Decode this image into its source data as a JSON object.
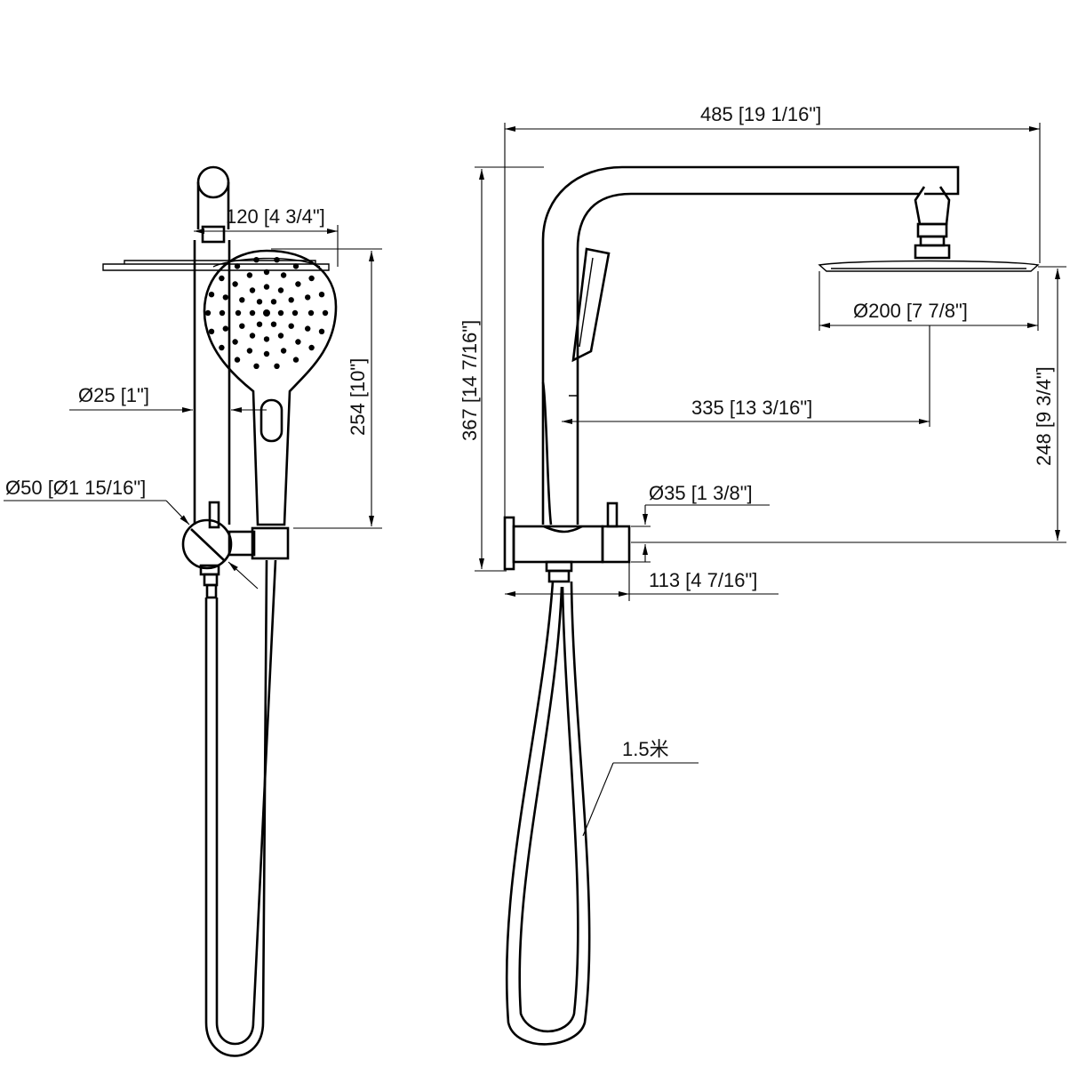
{
  "front_view": {
    "dim_width": "120 [4 3/4\"]",
    "dim_height": "254 [10\"]",
    "dim_pipe_diameter": "Ø25 [1\"]",
    "dim_mixer_diameter": "Ø50 [Ø1 15/16\"]"
  },
  "side_view": {
    "dim_overall_width": "485 [19 1/16\"]",
    "dim_overall_height": "367 [14 7/16\"]",
    "dim_head_diameter": "Ø200 [7 7/8\"]",
    "dim_arm_reach": "335 [13 3/16\"]",
    "dim_head_height": "248 [9 3/4\"]",
    "dim_body_diameter": "Ø35 [1 3/8\"]",
    "dim_body_depth": "113 [4 7/16\"]",
    "hose_length": "1.5米"
  }
}
